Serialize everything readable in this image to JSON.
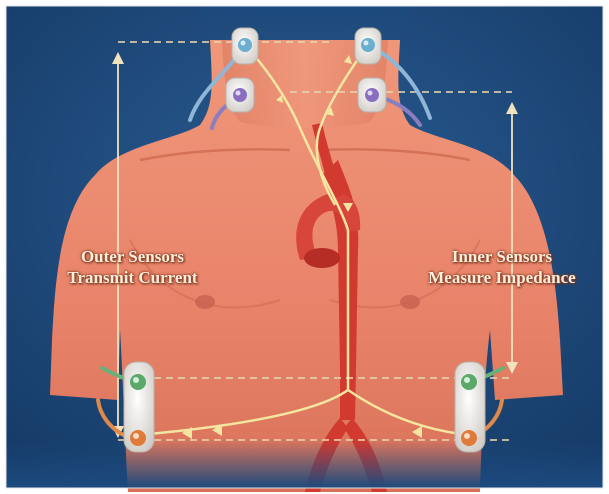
{
  "labels": {
    "outer_sensors_line1": "Outer Sensors",
    "outer_sensors_line2": "Transmit Current",
    "inner_sensors_line1": "Inner Sensors",
    "inner_sensors_line2": "Measure Impedance"
  },
  "colors": {
    "background": "#1c4a7e",
    "skin": "#e8866a",
    "artery": "#d23a30",
    "sensor_pad": "#eceae6",
    "current_path": "#f4e6a0",
    "guide_line": "#e8d5b0",
    "outer_sensor_dot": "#6aaed0",
    "inner_sensor_dot": "#8a6fc0",
    "outer_lower_dot": "#e07a3a",
    "inner_lower_dot": "#5aa86a"
  }
}
